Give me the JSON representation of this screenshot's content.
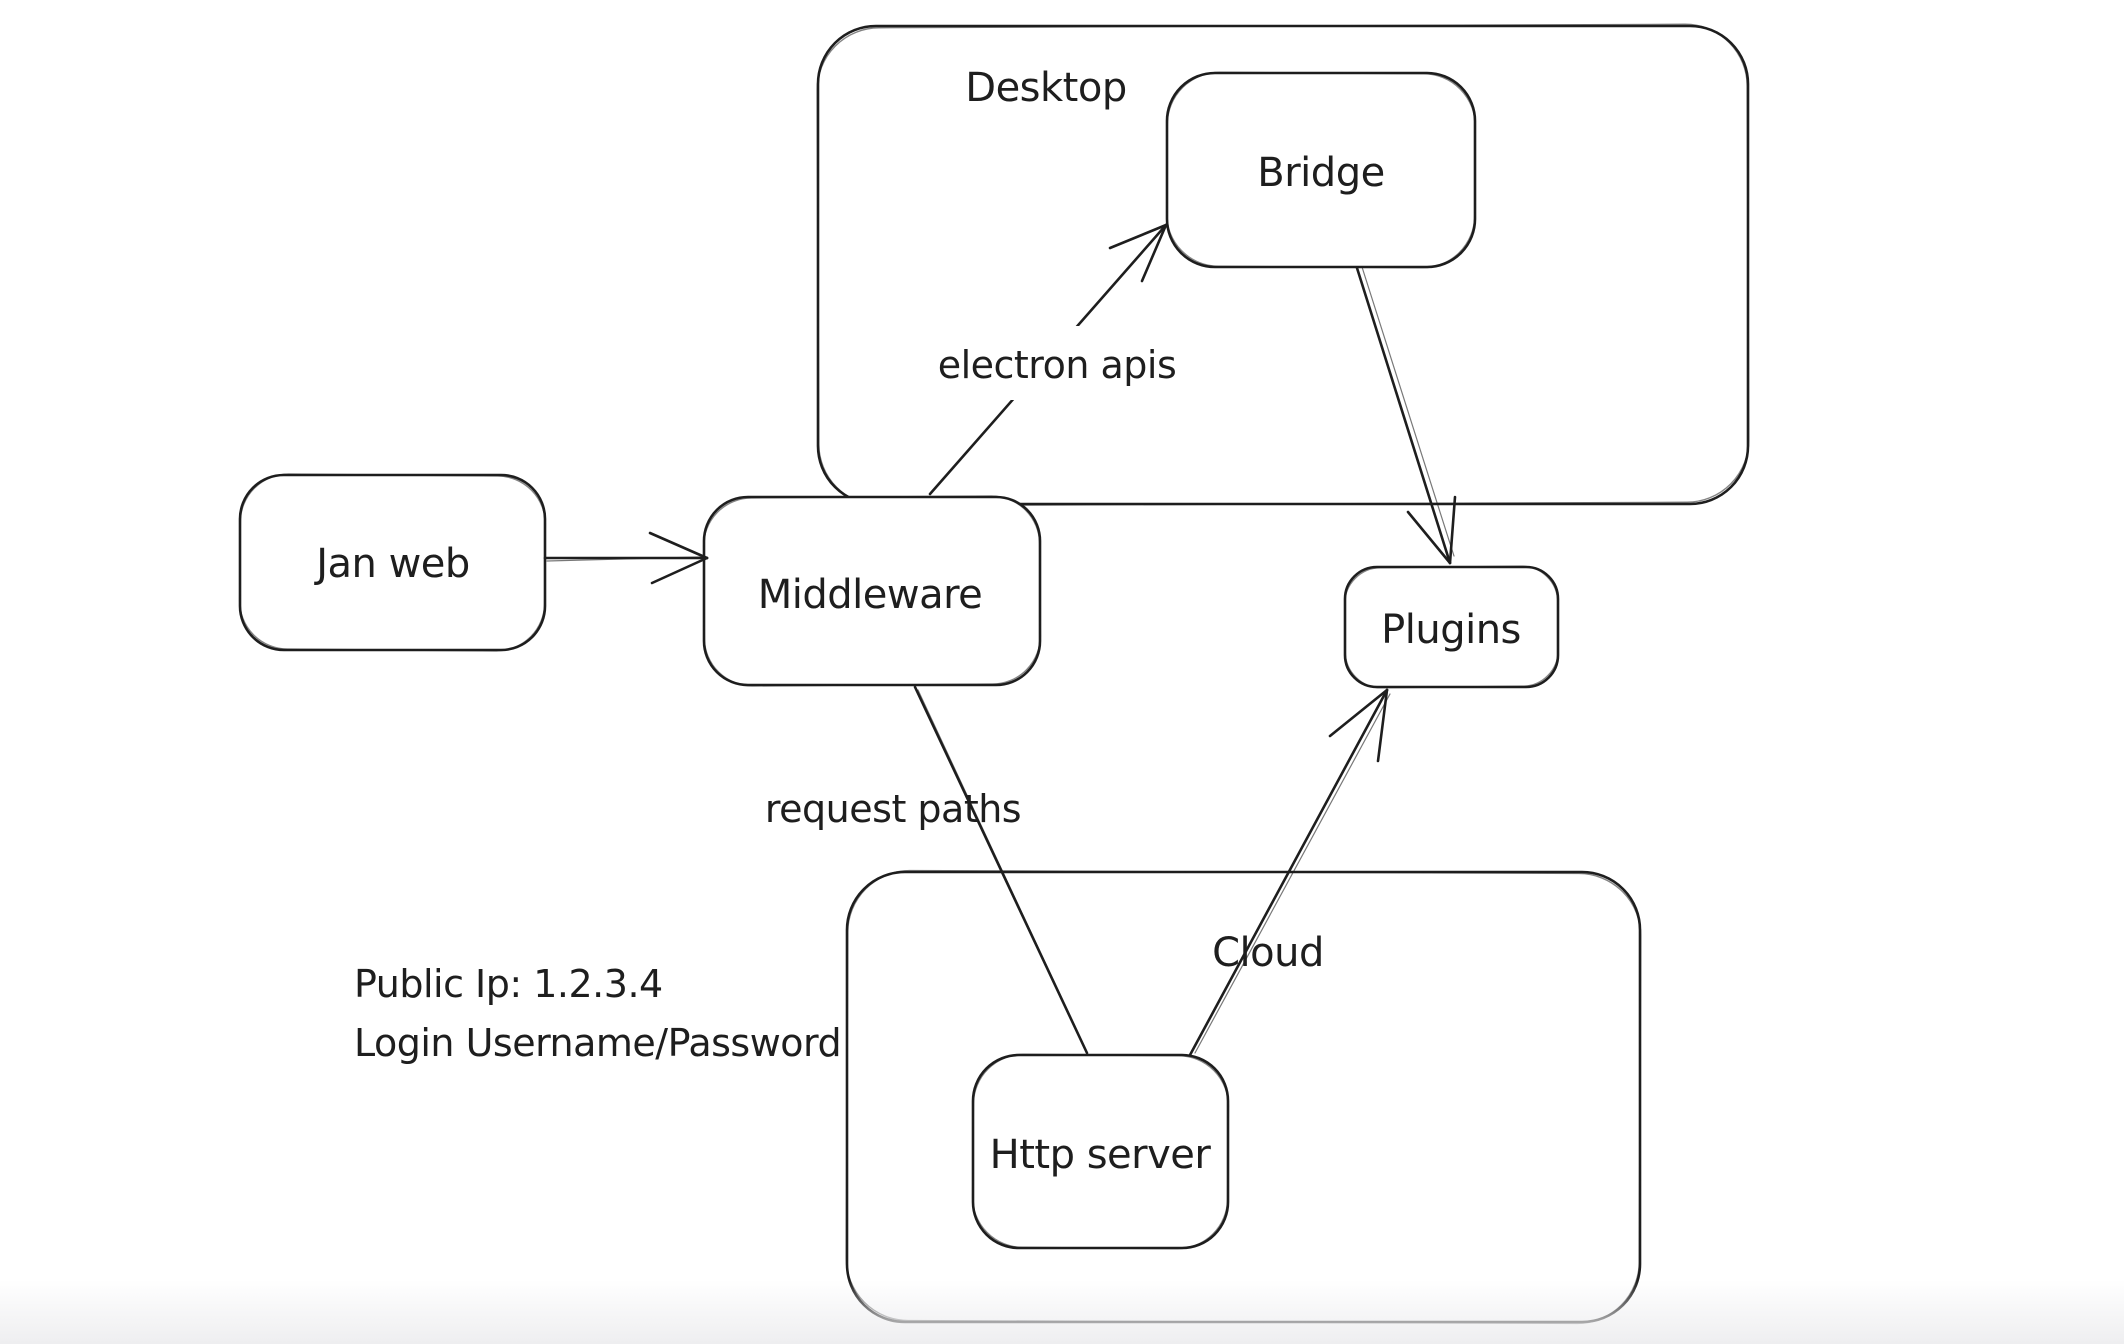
{
  "diagram": {
    "background": "#ffffff",
    "stroke_color": "#1e1e1e",
    "containers": {
      "desktop": {
        "label": "Desktop"
      },
      "cloud": {
        "label": "Cloud"
      }
    },
    "nodes": {
      "jan_web": {
        "label": "Jan web"
      },
      "middleware": {
        "label": "Middleware"
      },
      "bridge": {
        "label": "Bridge"
      },
      "plugins": {
        "label": "Plugins"
      },
      "http_server": {
        "label": "Http server"
      }
    },
    "edges": [
      {
        "from": "jan_web",
        "to": "middleware",
        "label": "",
        "arrowhead": "end"
      },
      {
        "from": "middleware",
        "to": "bridge",
        "label": "electron apis",
        "arrowhead": "end"
      },
      {
        "from": "bridge",
        "to": "plugins",
        "label": "",
        "arrowhead": "end"
      },
      {
        "from": "middleware",
        "to": "http_server",
        "label": "request paths",
        "arrowhead": "none"
      },
      {
        "from": "http_server",
        "to": "plugins",
        "label": "",
        "arrowhead": "end"
      }
    ],
    "edge_labels": {
      "electron_apis": "electron apis",
      "request_paths": "request paths"
    },
    "annotations": {
      "public_ip": "Public Ip: 1.2.3.4",
      "login": "Login Username/Password"
    }
  }
}
